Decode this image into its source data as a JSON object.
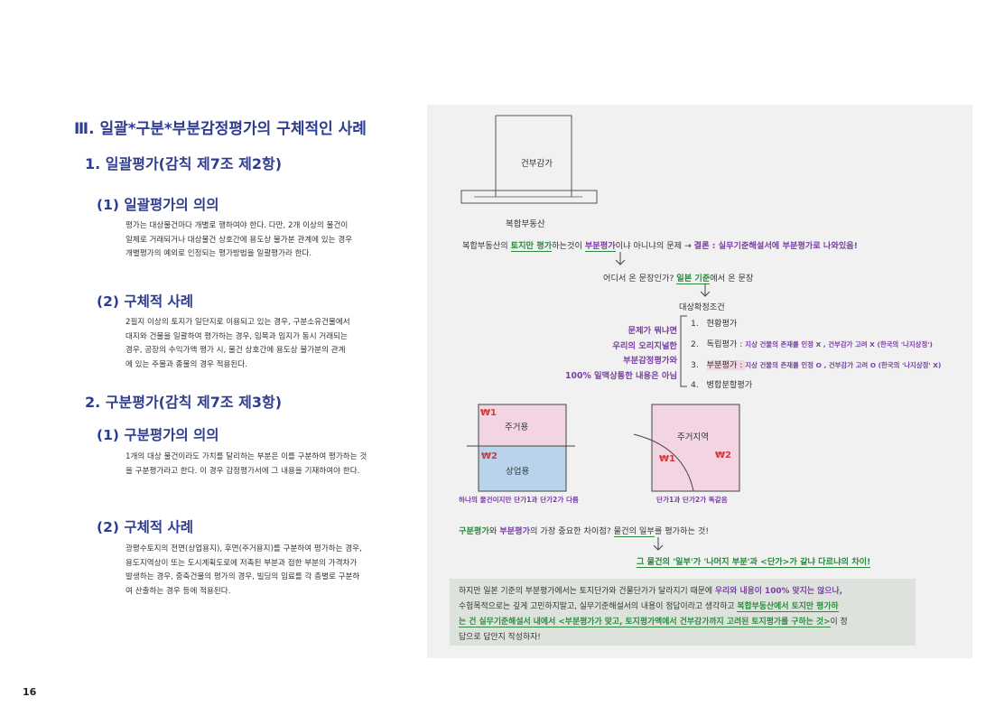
{
  "left": {
    "heading": "Ⅲ. 일괄*구분*부분감정평가의 구체적인 사례",
    "s1": {
      "title": "1. 일괄평가(감칙 제7조 제2항)",
      "meaning_title": "(1) 일괄평가의 의의",
      "meaning_lines": [
        "평가는 대상물건마다 개별로 행하여야 한다. 다만, 2개 이상의 물건이",
        "일체로 거래되거나 대상물건 상호간에 용도상 불가분 관계에 있는 경우",
        "개별평가의 예외로 인정되는 평가방법을 일괄평가라 한다."
      ],
      "case_title": "(2) 구체적 사례",
      "case_lines": [
        "2필지 이상의 토지가 일단지로 이용되고 있는 경우, 구분소유건물에서",
        "대지와 건물을 일괄하여 평가하는 경우, 임목과 임지가 동시 거래되는",
        "경우, 공장의 수익가액 평가 시, 물건 상호간에 용도상 불가분의 관계",
        "에 있는 주물과 종물의 경우 적용된다."
      ]
    },
    "s2": {
      "title": "2. 구분평가(감칙 제7조 제3항)",
      "meaning_title": "(1) 구분평가의 의의",
      "meaning_lines": [
        "1개의 대상 물건이라도 가치를 달리하는 부분은 이를 구분하여 평가하는 것",
        "을 구분평가라고 한다. 이 경우 감정평가서에 그 내용을 기재하여야 한다."
      ],
      "case_title": "(2) 구체적 사례",
      "case_lines": [
        "광평수토지의 전면(상업용지), 후면(주거용지)를 구분하여 평가하는 경우,",
        "용도지역상이 또는 도시계획도로에 저촉된 부분과 접한 부분의 가격차가",
        "발생하는 경우, 중축건물의 평가의 경우, 빌딩의 임료를 각 층별로 구분하",
        "여 산출하는 경우 등에 적용된다."
      ]
    }
  },
  "page_number": "16",
  "panel": {
    "box_building": "건부감가",
    "box_complex": "복합부동산",
    "line1": {
      "a": "복합부동산의 ",
      "b": "토지만 평가",
      "c": "하는것이 ",
      "d": "부분평가",
      "e": "이냐 아니냐의 문제 → ",
      "f": "결론 : 실무기준해설서에 부분평가로 나와있음!"
    },
    "line2": {
      "a": "어디서 온 문장인가? ",
      "b": "일본 기준",
      "c": "에서 온 문장"
    },
    "conditions_title": "대상확정조건",
    "conditions": [
      {
        "num": "1.",
        "label": "현황평가",
        "note": ""
      },
      {
        "num": "2.",
        "label": "독립평가 : ",
        "note": "지상 건물의 존재를 인정 X , 건부감가 고려 X (한국의 '나지상정')"
      },
      {
        "num": "3.",
        "label": "부분평가 : ",
        "note": "지상 건물의 존재를 인정 O , 건부감가 고려 O (한국의 '나지상정' X)"
      },
      {
        "num": "4.",
        "label": "병합분할평가",
        "note": ""
      }
    ],
    "problem_lines": [
      "문제가 뭐냐면",
      "우리의 오리지널한",
      "부분감정평가와",
      "100% 일맥상통한 내용은 아님"
    ],
    "diagram1": {
      "top": "주거용",
      "bottom": "상업용",
      "w1": "₩1",
      "w2": "₩2",
      "caption": "하나의 물건이지만 단가1과 단가2가 다름"
    },
    "diagram2": {
      "label": "주거지역",
      "w1": "₩1",
      "w2": "₩2",
      "caption": "단가1과 단가2가 똑같음"
    },
    "question": {
      "a": "구분평가",
      "b": "와 ",
      "c": "부분평가",
      "d": "의 가장 중요한 차이점? ",
      "e": "물건의 일부",
      "f": "를 평가하는 것!"
    },
    "answer": "그 물건의 '일부'가 '나머지 부분'과 <단가>가 같냐 다르냐의 차이!",
    "note": {
      "l1a": "하지만 일본 기준의 부분평가에서는 토지단가와 건물단가가 달라지기 때문에 ",
      "l1b": "우리와 내용이 100% 맞지는 않으나,",
      "l2a": "수험목적으로는 깊게 고민하지말고, 실무기준해설서의 내용이 정답이라고 생각하고 ",
      "l2b": "복합부동산에서 토지만 평가하",
      "l3a": "는 건 실무기준해설서 내에서 ",
      "l3b": "<부분평가가 맞고, 토지평가액에서 건부감가까지 고려된 토지평가를 구하는 것>",
      "l3c": "이 정",
      "l4": "답으로 답안지 작성하자!"
    }
  },
  "colors": {
    "heading": "#2e3d8f",
    "green": "#2b8a3e",
    "purple": "#7b3fa4",
    "pink": "#f2d4e3",
    "blue": "#b9d3ec",
    "red": "#d03a3a"
  }
}
